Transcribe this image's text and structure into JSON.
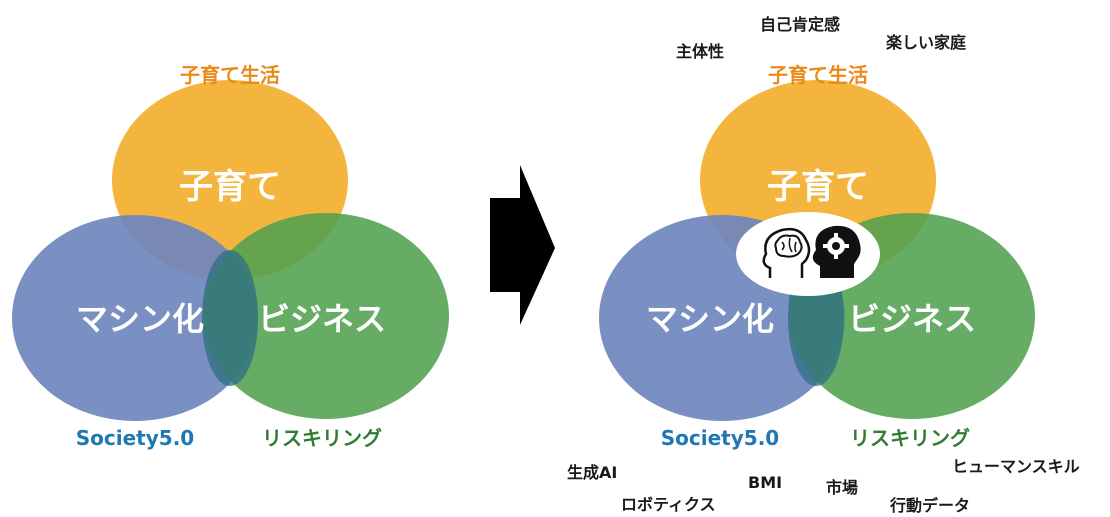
{
  "colors": {
    "orange": "#F2B134",
    "blue": "#6F86BD",
    "green": "#52A050",
    "overlap_center": "#2F6E86",
    "label_orange": "#E98A1B",
    "label_blue": "#1F77B4",
    "label_green": "#2E7D32",
    "arrow": "#000000"
  },
  "left_diagram": {
    "top_label": "子育て生活",
    "circles": {
      "top": "子育て",
      "left": "マシン化",
      "right": "ビジネス"
    },
    "bottom_left_label": "Society5.0",
    "bottom_right_label": "リスキリング"
  },
  "right_diagram": {
    "top_label": "子育て生活",
    "circles": {
      "top": "子育て",
      "left": "マシン化",
      "right": "ビジネス"
    },
    "bottom_left_label": "Society5.0",
    "bottom_right_label": "リスキリング",
    "center_icons": [
      "brain-head-icon",
      "gear-head-icon"
    ],
    "keywords": {
      "shutaisei": "主体性",
      "jiko_koutei": "自己肯定感",
      "tanoshii_katei": "楽しい家庭",
      "seisei_ai": "生成AI",
      "bmi": "BMI",
      "robotics": "ロボティクス",
      "shijou": "市場",
      "human_skill": "ヒューマンスキル",
      "koudou_data": "行動データ"
    }
  },
  "arrow": {
    "direction": "right",
    "icon": "arrow-right-icon"
  }
}
